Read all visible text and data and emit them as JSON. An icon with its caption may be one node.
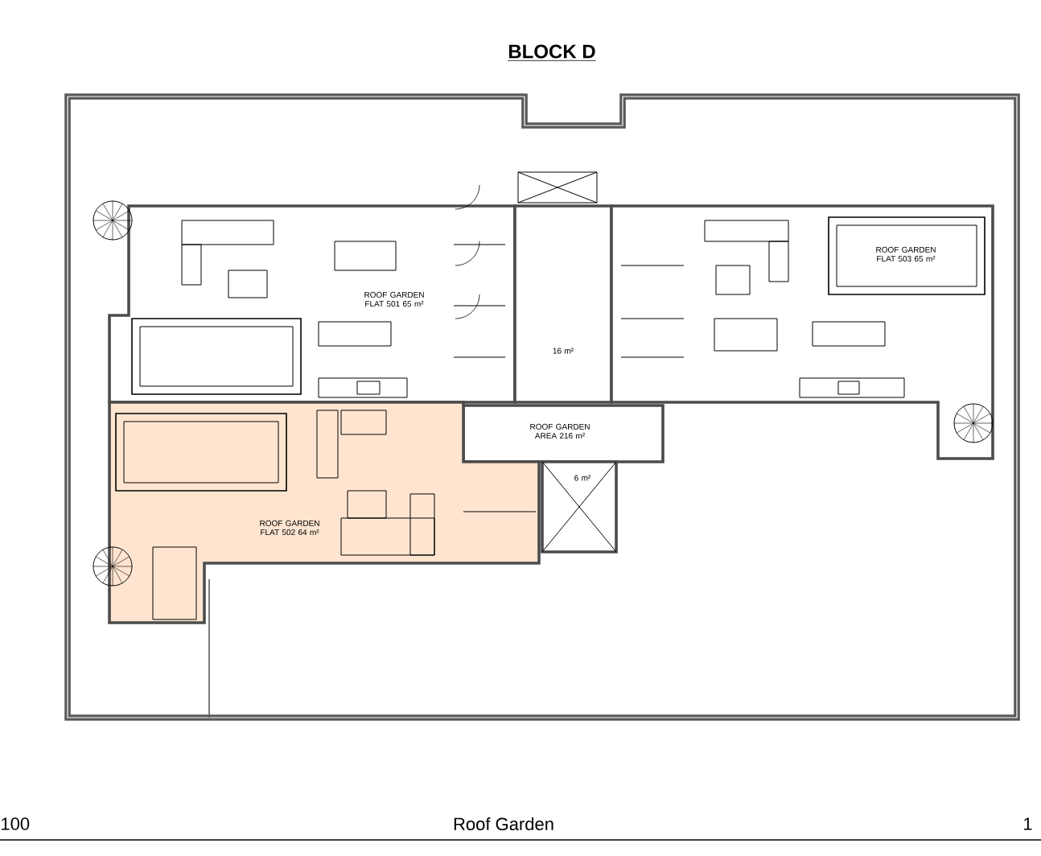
{
  "diagram": {
    "title": "BLOCK D",
    "nodes": [
      {
        "text": [
          "ROOF GARDEN FLAT 501 65 m²"
        ]
      },
      {
        "text": [
          "16 m²"
        ]
      },
      {
        "text": [
          "ROOF GARDEN FLAT 503 65 m²"
        ]
      },
      {
        "text": [
          "ROOF GARDEN AREA 216 m²"
        ]
      },
      {
        "text": [
          "ROOF GARDEN FLAT 502 64 m²"
        ]
      },
      {
        "text": [
          "6 m²"
        ]
      }
    ],
    "labels": [
      "100",
      "Roof Garden",
      "1"
    ]
  }
}
